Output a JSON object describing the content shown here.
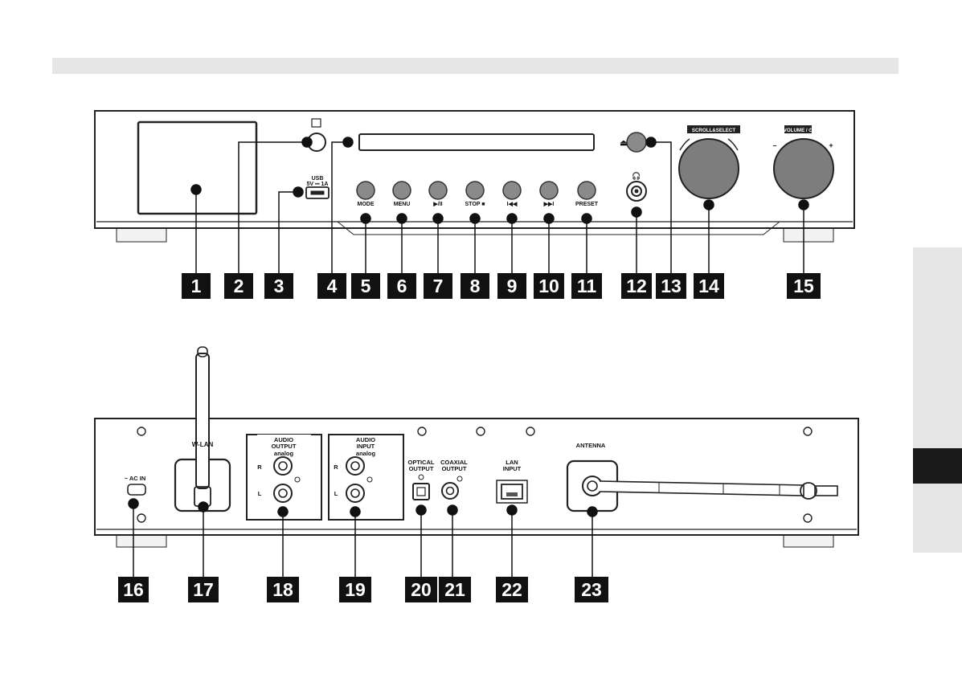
{
  "front_panel": {
    "labels": {
      "usb": "USB",
      "usb_rating": "5V ⎓ 1A",
      "mode": "MODE",
      "menu": "MENU",
      "play_pause": "▶/II",
      "stop": "STOP ■",
      "prev": "I◀◀",
      "next": "▶▶I",
      "preset": "PRESET",
      "scroll_select": "SCROLL&SELECT",
      "volume": "VOLUME / ⏻",
      "headphone": "🎧",
      "minus": "–",
      "plus": "+",
      "eject": "⏏"
    },
    "callouts": [
      "1",
      "2",
      "3",
      "4",
      "5",
      "6",
      "7",
      "8",
      "9",
      "10",
      "11",
      "12",
      "13",
      "14",
      "15"
    ]
  },
  "rear_panel": {
    "labels": {
      "ac_in": "~ AC IN",
      "wlan": "W-LAN",
      "audio_output": [
        "AUDIO",
        "OUTPUT"
      ],
      "audio_output_sub": "analog",
      "audio_input": [
        "AUDIO",
        "INPUT"
      ],
      "audio_input_sub": "analog",
      "r": "R",
      "l": "L",
      "optical_output": [
        "OPTICAL",
        "OUTPUT"
      ],
      "coaxial_output": [
        "COAXIAL",
        "OUTPUT"
      ],
      "lan_input": [
        "LAN",
        "INPUT"
      ],
      "antenna": "ANTENNA"
    },
    "callouts": [
      "16",
      "17",
      "18",
      "19",
      "20",
      "21",
      "22",
      "23"
    ]
  }
}
